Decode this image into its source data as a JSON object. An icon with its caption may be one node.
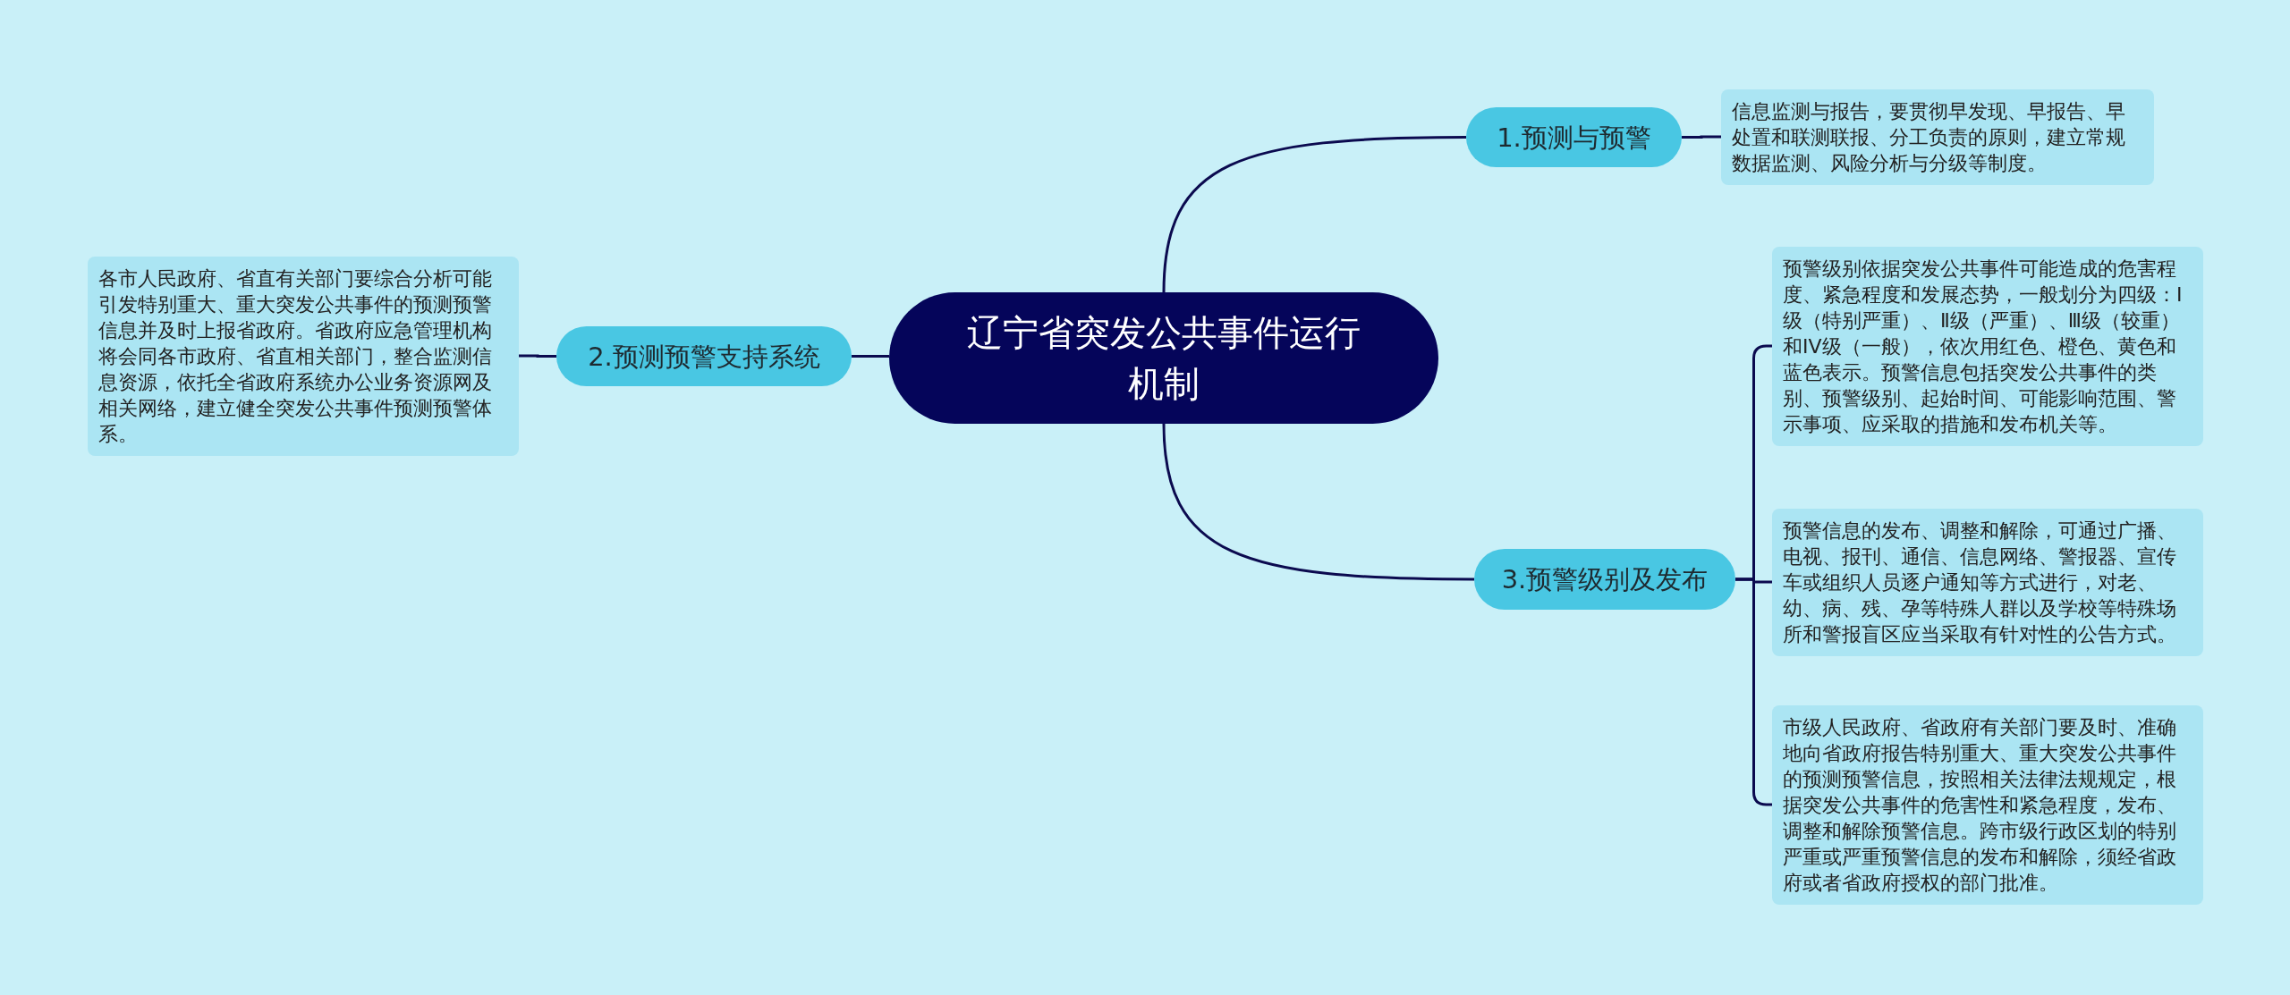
{
  "diagram": {
    "nodes": [
      {
        "text": [
          "辽宁省突发公共事件运行机制"
        ]
      },
      {
        "text": [
          "1.预测与预警"
        ]
      },
      {
        "text": [
          "信息监测与报告，要贯彻早发现、早报告、早处置和联测联报、分工负责的原则，建立常规数据监测、风险分析与分级等制度。"
        ]
      },
      {
        "text": [
          "2.预测预警支持系统"
        ]
      },
      {
        "text": [
          "各市人民政府、省直有关部门要综合分析可能引发特别重大、重大突发公共事件的预测预警信息并及时上报省政府。省政府应急管理机构将会同各市政府、省直相关部门，整合监测信息资源，依托全省政府系统办公业务资源网及相关网络，建立健全突发公共事件预测预警体系。"
        ]
      },
      {
        "text": [
          "3.预警级别及发布"
        ]
      },
      {
        "text": [
          "预警级别依据突发公共事件可能造成的危害程度、紧急程度和发展态势，一般划分为四级：Ⅰ级（特别严重）、Ⅱ级（严重）、Ⅲ级（较重）和IV级（一般），依次用红色、橙色、黄色和蓝色表示。预警信息包括突发公共事件的类别、预警级别、起始时间、可能影响范围、警示事项、应采取的措施和发布机关等。"
        ]
      },
      {
        "text": [
          "预警信息的发布、调整和解除，可通过广播、电视、报刊、通信、信息网络、警报器、宣传车或组织人员逐户通知等方式进行，对老、幼、病、残、孕等特殊人群以及学校等特殊场所和警报盲区应当采取有针对性的公告方式。"
        ]
      },
      {
        "text": [
          "市级人民政府、省政府有关部门要及时、准确地向省政府报告特别重大、重大突发公共事件的预测预警信息，按照相关法律法规规定，根据突发公共事件的危害性和紧急程度，发布、调整和解除预警信息。跨市级行政区划的特别严重或严重预警信息的发布和解除，须经省政府或者省政府授权的部门批准。"
        ]
      }
    ],
    "edges": [
      {
        "from": 0,
        "to": 1,
        "arrow": "none"
      },
      {
        "from": 1,
        "to": 2,
        "arrow": "none"
      },
      {
        "from": 0,
        "to": 3,
        "arrow": "none"
      },
      {
        "from": 3,
        "to": 4,
        "arrow": "none"
      },
      {
        "from": 0,
        "to": 5,
        "arrow": "none"
      },
      {
        "from": 5,
        "to": 6,
        "arrow": "none"
      },
      {
        "from": 5,
        "to": 7,
        "arrow": "none"
      },
      {
        "from": 5,
        "to": 8,
        "arrow": "none"
      }
    ]
  }
}
